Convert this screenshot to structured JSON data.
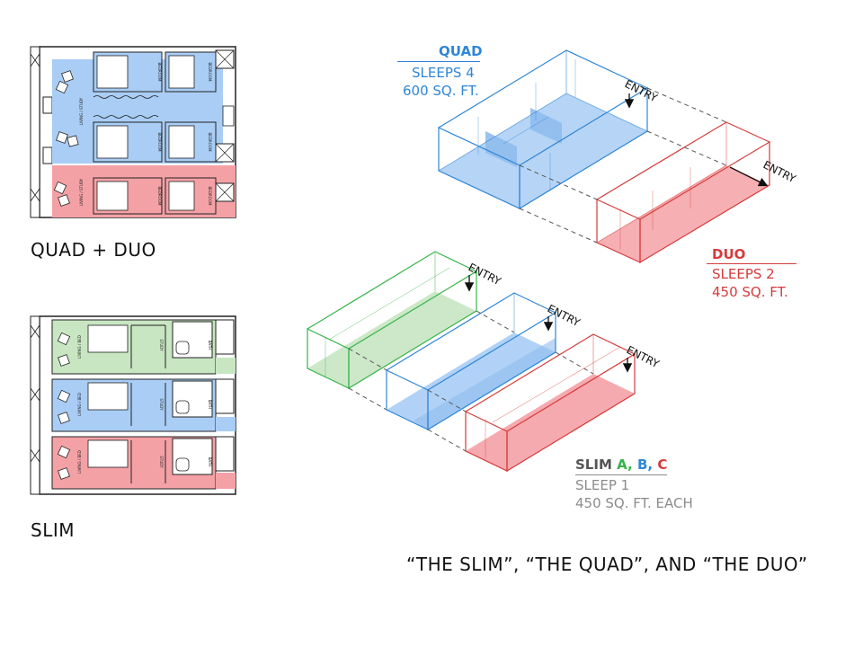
{
  "labels": {
    "quad_duo": "QUAD + DUO",
    "slim": "SLIM",
    "caption": "“THE SLIM”, “THE QUAD”, AND “THE DUO”"
  },
  "quad": {
    "title": "QUAD",
    "sleeps": "SLEEPS 4",
    "area": "600 SQ. FT."
  },
  "duo": {
    "title": "DUO",
    "sleeps": "SLEEPS 2",
    "area": "450 SQ. FT."
  },
  "slim_info": {
    "title_prefix": "SLIM",
    "a": "A,",
    "b": "B,",
    "c": "C",
    "sleeps": "SLEEP 1",
    "area": "450 SQ. FT. EACH"
  },
  "entry_label": "ENTRY",
  "plan_labels": {
    "bedroom": "BEDROOM",
    "living_study": "LIVING / STUDY",
    "living_bed": "LIVING / BED",
    "study": "STUDY",
    "bath": "BATH"
  },
  "colors": {
    "blue": "#2f86d6",
    "blue_fill": "#a9cdf5",
    "red": "#d63b3b",
    "red_fill": "#f4a1a6",
    "green": "#37b34a",
    "green_fill": "#c8e6c2",
    "grey_text": "#8c8c8c"
  }
}
